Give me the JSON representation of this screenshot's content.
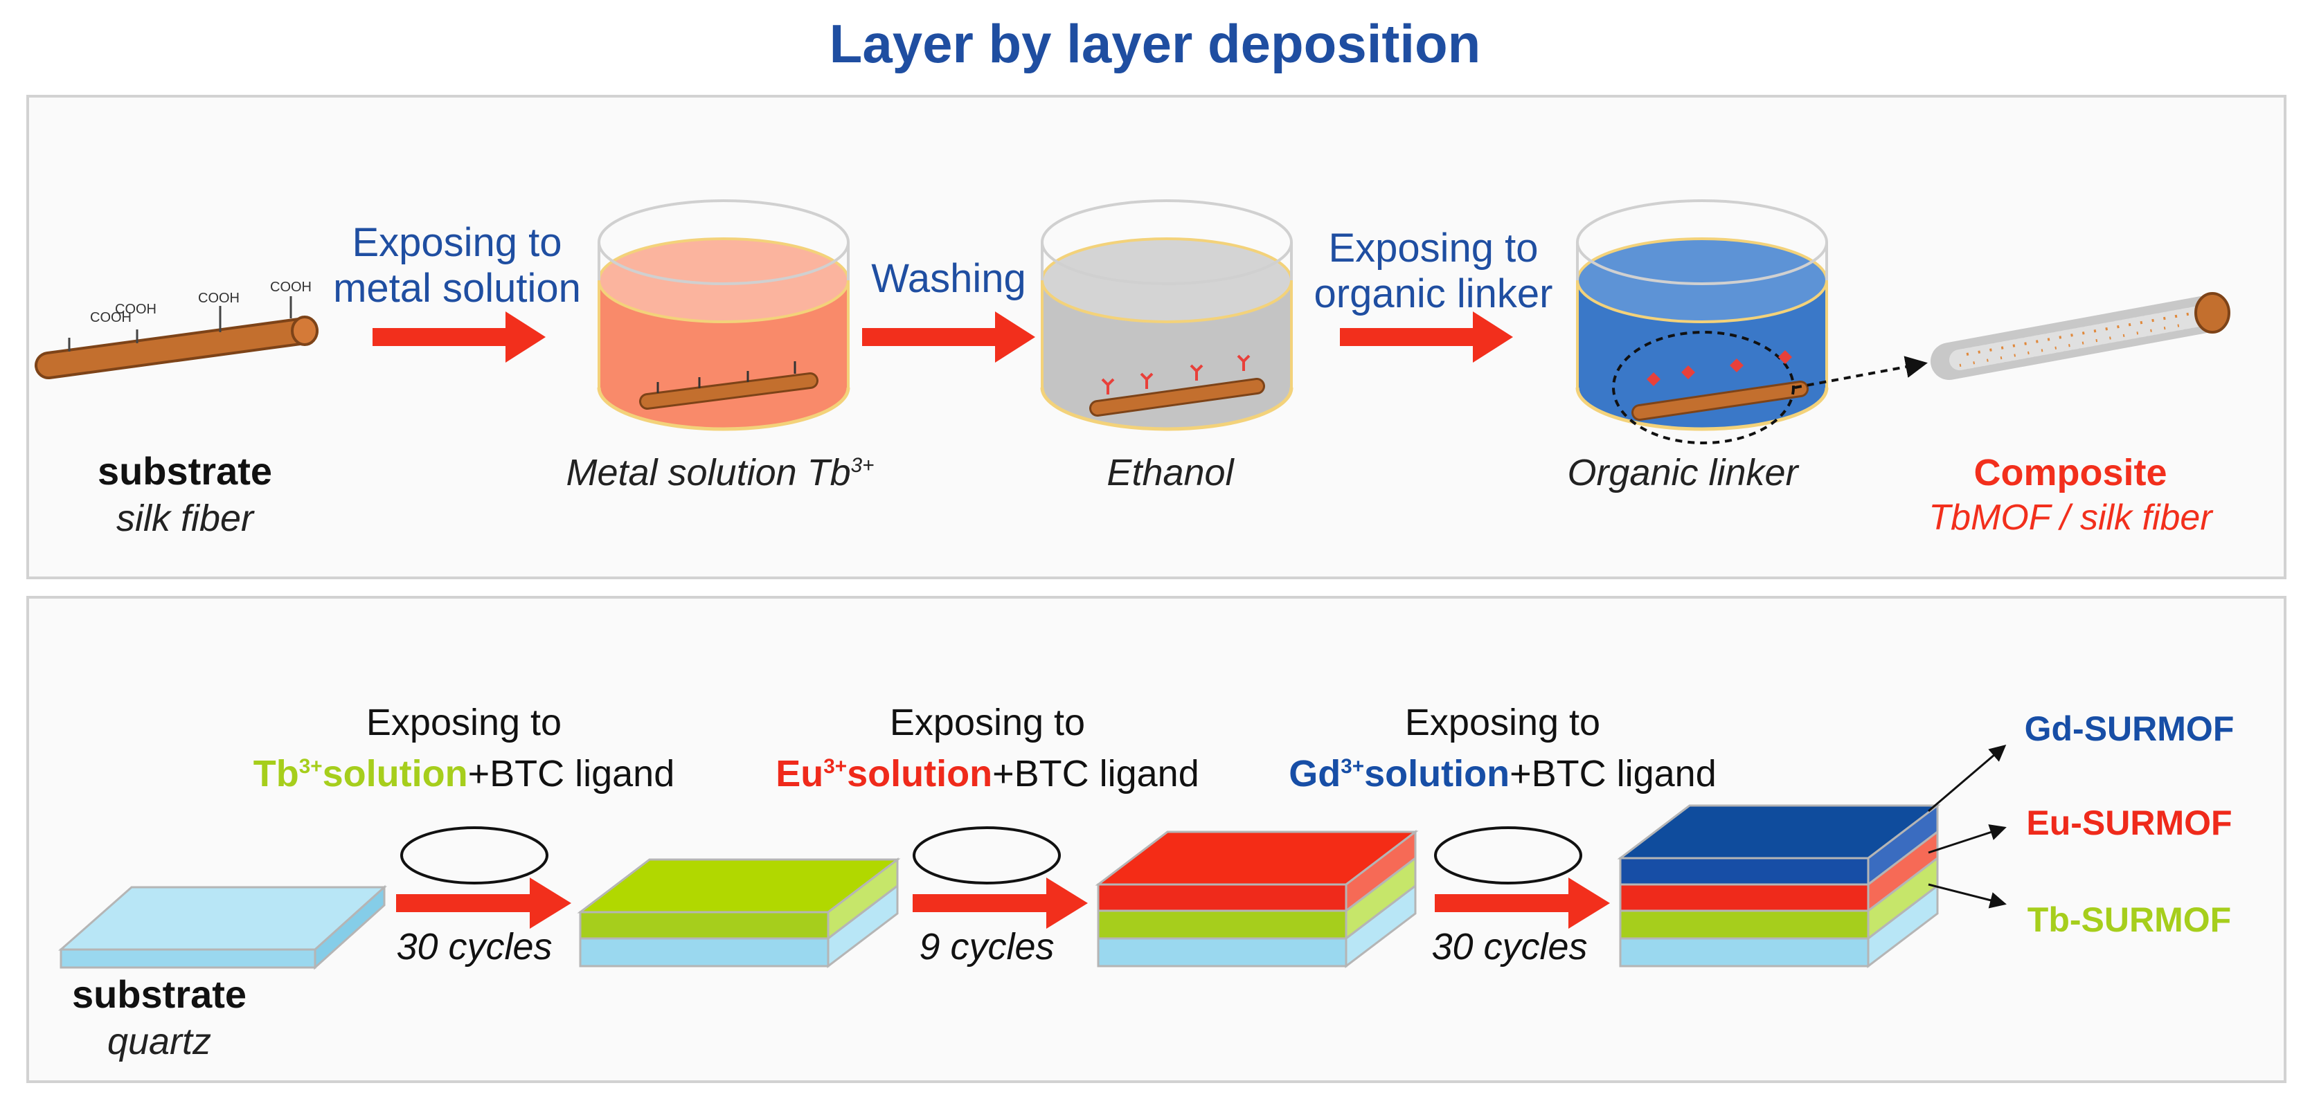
{
  "title": "Layer by layer deposition",
  "top_panel": {
    "substrate": {
      "title": "substrate",
      "subtitle": "silk fiber",
      "groups": [
        "COOH",
        "COOH",
        "COOH",
        "COOH"
      ]
    },
    "step1": {
      "line1": "Exposing to",
      "line2": "metal solution"
    },
    "beaker1": {
      "label": "Metal solution Tb",
      "sup": "3+"
    },
    "step2": {
      "line1": "Washing"
    },
    "beaker2": {
      "label": "Ethanol"
    },
    "step3": {
      "line1": "Exposing to",
      "line2": "organic linker"
    },
    "beaker3": {
      "label": "Organic linker"
    },
    "result": {
      "title": "Composite",
      "subtitle": "TbMOF / silk fiber"
    }
  },
  "bottom_panel": {
    "substrate": {
      "title": "substrate",
      "subtitle": "quartz"
    },
    "stages": [
      {
        "line1": "Exposing to",
        "ion": "Tb",
        "sup": "3+",
        "solution": "solution",
        "suffix": "+BTC ligand",
        "cycles": "30 cycles",
        "color": "#a6ce1c"
      },
      {
        "line1": "Exposing to",
        "ion": "Eu",
        "sup": "3+",
        "solution": "solution",
        "suffix": "+BTC ligand",
        "cycles": "9 cycles",
        "color": "#ef2a1b"
      },
      {
        "line1": "Exposing to",
        "ion": "Gd",
        "sup": "3+",
        "solution": "solution",
        "suffix": "+BTC ligand",
        "cycles": "30 cycles",
        "color": "#174ea6"
      }
    ],
    "layer_labels": [
      {
        "text": "Gd-SURMOF",
        "color": "#174ea6"
      },
      {
        "text": "Eu-SURMOF",
        "color": "#ef2a1b"
      },
      {
        "text": "Tb-SURMOF",
        "color": "#a6ce1c"
      }
    ]
  },
  "colors": {
    "arrow": "#f22f1c",
    "fiber": "#c06a2c",
    "quartz": "#9ad8ef",
    "tb": "#a6d600",
    "eu": "#ef2a1b",
    "gd": "#0f4c9d"
  }
}
